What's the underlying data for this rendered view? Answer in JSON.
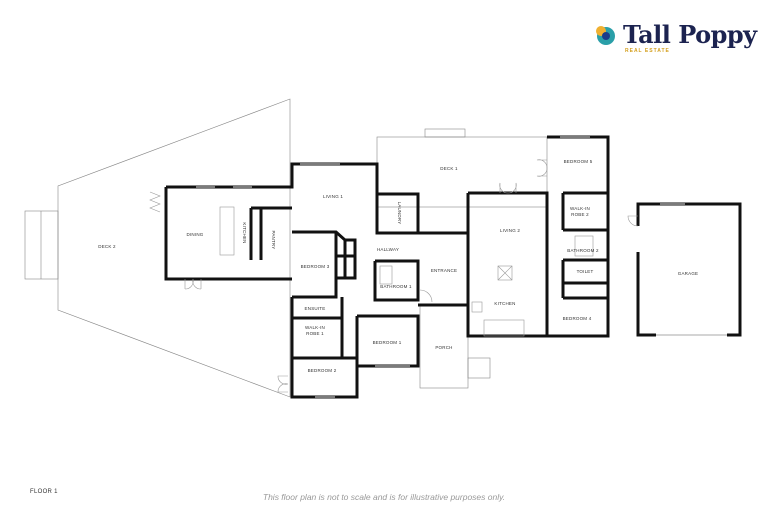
{
  "brand": {
    "name": "Tall Poppy",
    "tagline": "REAL ESTATE",
    "colors": {
      "navy": "#1c2350",
      "gold": "#d4a020",
      "teal": "#2a9fa8"
    }
  },
  "floor_plan": {
    "floor_label": "FLOOR 1",
    "disclaimer": "This floor plan is not to scale and is for illustrative purposes only.",
    "rooms": {
      "deck2": "DECK 2",
      "dining": "DINING",
      "kitchen_a": "KITCHEN",
      "pantry": "PANTRY",
      "living1": "LIVING 1",
      "bedroom3": "BEDROOM 3",
      "laundry": "LAUNDRY",
      "hallway": "HALLWAY",
      "bathroom1": "BATHROOM 1",
      "ensuite": "ENSUITE",
      "walkin_robe1": "WALK-IN",
      "walkin_robe1_b": "ROBE 1",
      "bedroom1": "BEDROOM 1",
      "bedroom2": "BEDROOM 2",
      "entrance": "ENTRANCE",
      "porch": "PORCH",
      "deck1": "DECK 1",
      "living2": "LIVING 2",
      "kitchen_b": "KITCHEN",
      "bedroom5": "BEDROOM 5",
      "walkin_robe2": "WALK-IN",
      "walkin_robe2_b": "ROBE 2",
      "bathroom2": "BATHROOM 2",
      "toilet": "TOILET",
      "bedroom4": "BEDROOM 4",
      "garage": "GARAGE"
    }
  }
}
